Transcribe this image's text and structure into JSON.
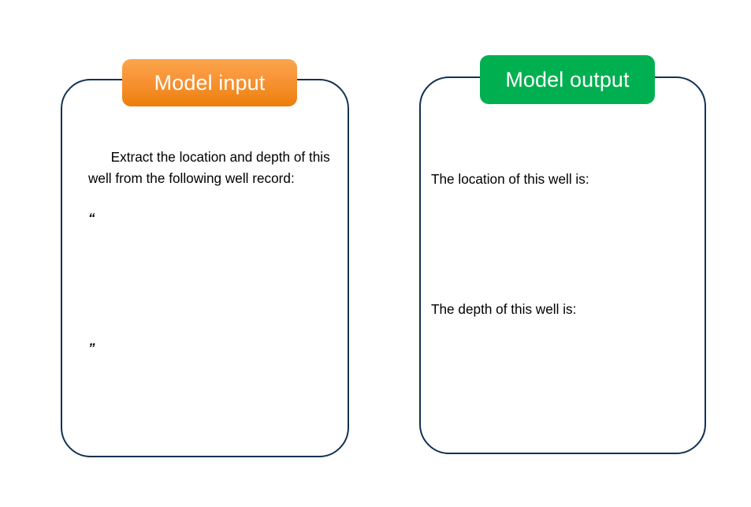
{
  "slide": {
    "background_color": "#FFFFFF",
    "panel_border_color": "#123252"
  },
  "input_panel": {
    "badge_label": "Model input",
    "badge_color_top": "#FBA64A",
    "badge_color_bottom": "#EC7D0C",
    "prompt_text": "Extract the location and depth of this well from the following well record:",
    "quote_open": "“",
    "quote_close": "”"
  },
  "output_panel": {
    "badge_label": "Model output",
    "badge_color": "#00B050",
    "lines": [
      "The location of this well is:",
      "The depth of this well is:"
    ]
  }
}
